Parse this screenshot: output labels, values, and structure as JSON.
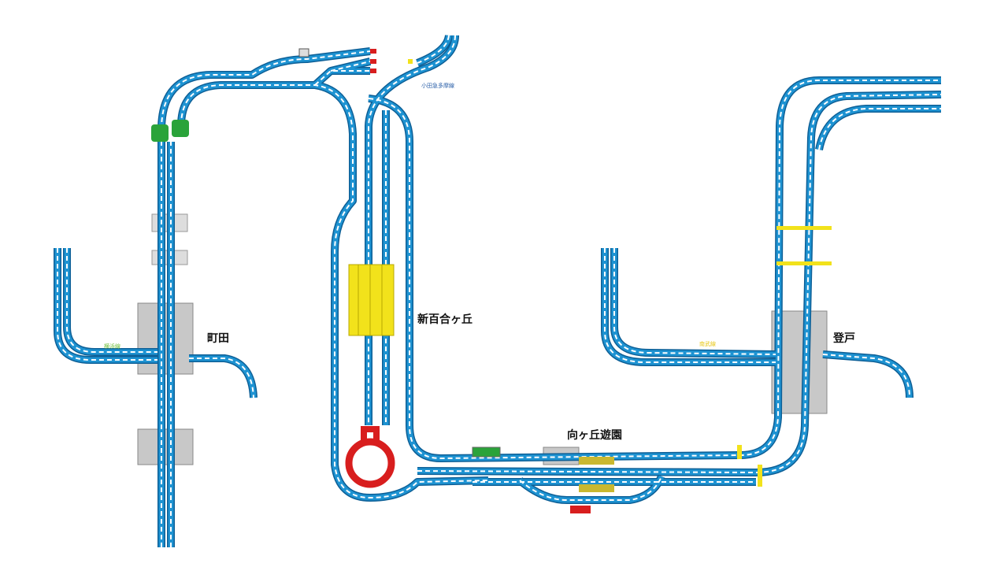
{
  "stations": {
    "machida": "町田",
    "shin_yurigaoka": "新百合ヶ丘",
    "noborito": "登戸",
    "mukogaoka_yuen": "向ヶ丘遊園"
  },
  "line_labels": {
    "yokohama": "横浜線",
    "nambu": "南武線",
    "odakyu_tama": "小田急多摩線"
  },
  "colors": {
    "track": "#1e93d2",
    "platform": "#c8c8c8",
    "platform_yellow": "#f2e21b",
    "loop": "#d81e1e",
    "signal": "#2aa33a"
  }
}
